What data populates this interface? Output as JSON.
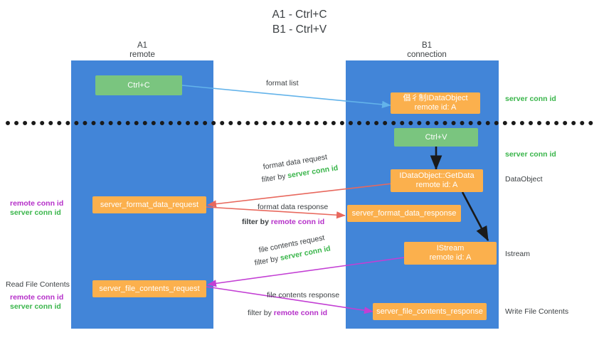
{
  "title": {
    "line1": "A1 - Ctrl+C",
    "line2": "B1 - Ctrl+V"
  },
  "colors": {
    "lane": "#4285d8",
    "green_node": "#7ac57f",
    "orange_node": "#fbb04d",
    "green_text": "#39b54a",
    "purple_text": "#b52fc9",
    "blue_arrow": "#63b3ea",
    "red_arrow": "#e8685d",
    "magenta_arrow": "#c33fd4",
    "black_arrow": "#1a1a1a",
    "divider": "#1a1a1a"
  },
  "lanes": [
    {
      "id": "a1",
      "title": "A1",
      "subtitle": "remote"
    },
    {
      "id": "b1",
      "title": "B1",
      "subtitle": "connection"
    }
  ],
  "nodes": {
    "ctrl_c": {
      "label": "Ctrl+C",
      "color": "green"
    },
    "idataobject": {
      "line1": "倡彳制IDataObject",
      "line2": "remote id: A",
      "color": "orange"
    },
    "ctrl_v": {
      "label": "Ctrl+V",
      "color": "green"
    },
    "getdata": {
      "line1": "IDataObject::GetData",
      "line2": "remote id: A",
      "color": "orange"
    },
    "format_data_request": {
      "label": "server_format_data_request",
      "color": "orange"
    },
    "format_data_response": {
      "label": "server_format_data_response",
      "color": "orange"
    },
    "istream": {
      "line1": "IStream",
      "line2": "remote id: A",
      "color": "orange"
    },
    "file_contents_request": {
      "label": "server_file_contents_request",
      "color": "orange"
    },
    "file_contents_response": {
      "label": "server_file_contents_response",
      "color": "orange"
    }
  },
  "arrow_labels": {
    "format_list": "format list",
    "format_data_request": "format data request",
    "format_data_request_filter_prefix": "filter by ",
    "format_data_request_filter_value": "server conn id",
    "format_data_response": "format data response",
    "format_data_response_filter_prefix": "filter by ",
    "format_data_response_filter_value": "remote conn id",
    "file_contents_request": "file contents request",
    "file_contents_request_filter_prefix": "filter by ",
    "file_contents_request_filter_value": "server conn id",
    "file_contents_response": "file contents response",
    "file_contents_response_filter_prefix": "filter by ",
    "file_contents_response_filter_value": "remote conn id"
  },
  "right_labels": {
    "server_conn_id_top": "server conn id",
    "server_conn_id_mid": "server conn id",
    "dataobject": "DataObject",
    "istream": "Istream",
    "write_file_contents": "Write File Contents"
  },
  "left_labels": {
    "remote_conn_id_1": "remote conn id",
    "server_conn_id_1": "server conn id",
    "read_file_contents": "Read File Contents",
    "remote_conn_id_2": "remote conn id",
    "server_conn_id_2": "server conn id"
  }
}
